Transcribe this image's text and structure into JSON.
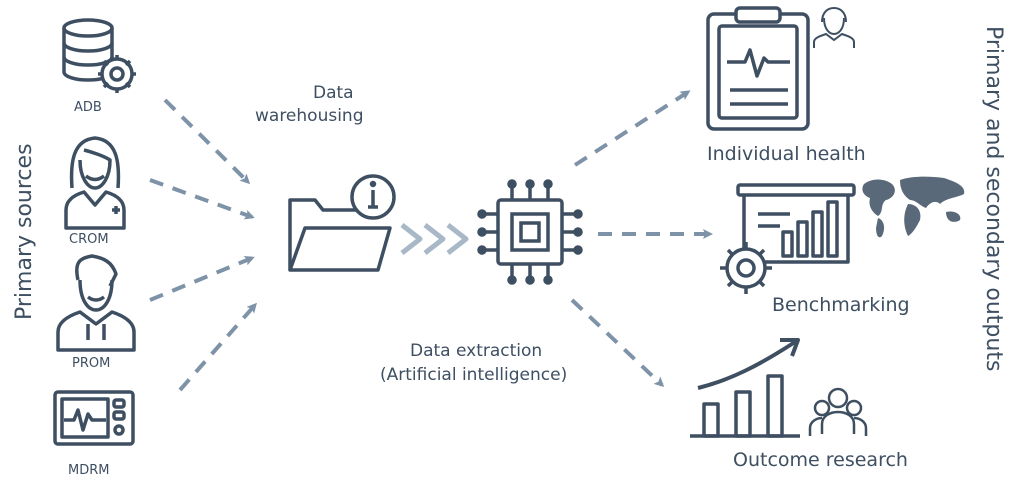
{
  "side_labels": {
    "left": "Primary sources",
    "right": "Primary and secondary outputs"
  },
  "sources": {
    "adb": "ADB",
    "crom": "CROM",
    "prom": "PROM",
    "mdrm": "MDRM"
  },
  "steps": {
    "warehousing_line1": "Data",
    "warehousing_line2": "warehousing",
    "extraction_line1": "Data extraction",
    "extraction_line2": "(Artificial intelligence)"
  },
  "outputs": {
    "individual_health": "Individual health",
    "benchmarking": "Benchmarking",
    "outcome_research": "Outcome research"
  },
  "colors": {
    "icon_stroke": "#3e4f62",
    "arrow": "#7f93a8",
    "chevron": "#a9b8c7"
  }
}
